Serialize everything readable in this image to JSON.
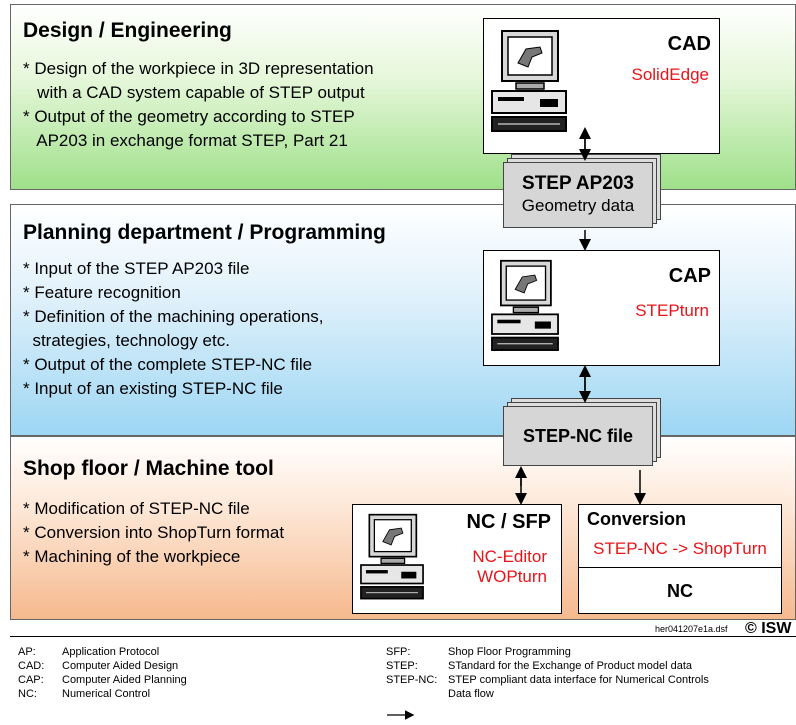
{
  "design": {
    "title": "Design / Engineering",
    "bullets": [
      "* Design of the workpiece in 3D representation",
      "   with a CAD system capable of STEP output",
      "* Output of the geometry according to STEP",
      "   AP203 in exchange format STEP, Part 21"
    ],
    "cad_title": "CAD",
    "cad_app": "SolidEdge"
  },
  "step_ap203": {
    "line1": "STEP AP203",
    "line2": "Geometry data"
  },
  "planning": {
    "title": "Planning department / Programming",
    "bullets": [
      "* Input of the STEP AP203 file",
      "* Feature recognition",
      "* Definition of the machining operations,",
      "  strategies, technology etc.",
      "* Output of the complete STEP-NC file",
      "* Input of an existing STEP-NC file"
    ],
    "cap_title": "CAP",
    "cap_app": "STEPturn"
  },
  "step_nc": {
    "label": "STEP-NC file"
  },
  "shop": {
    "title": "Shop floor / Machine tool",
    "bullets": [
      "* Modification of STEP-NC file",
      "* Conversion into ShopTurn format",
      "* Machining of the workpiece"
    ],
    "ncsfp_title": "NC / SFP",
    "ncsfp_app1": "NC-Editor",
    "ncsfp_app2": "WOPturn",
    "conversion_title": "Conversion",
    "conversion_app": "STEP-NC -> ShopTurn",
    "conversion_nc": "NC"
  },
  "footer": {
    "file": "her041207e1a.dsf",
    "copyright": "© ISW"
  },
  "legend": {
    "left": [
      {
        "abbr": "AP:",
        "text": "Application Protocol"
      },
      {
        "abbr": "CAD:",
        "text": "Computer Aided Design"
      },
      {
        "abbr": "CAP:",
        "text": "Computer Aided Planning"
      },
      {
        "abbr": "NC:",
        "text": "Numerical Control"
      }
    ],
    "right": [
      {
        "abbr": "SFP:",
        "text": "Shop Floor Programming"
      },
      {
        "abbr": "STEP:",
        "text": "STandard for the Exchange of Product model data"
      },
      {
        "abbr": "STEP-NC:",
        "text": "STEP compliant data interface for Numerical Controls"
      },
      {
        "abbr": "",
        "text": "Data flow"
      }
    ]
  },
  "colors": {
    "red": "#e8141a",
    "green": "#9fe08a",
    "blue": "#9dd6f3",
    "orange": "#f6b98e"
  }
}
